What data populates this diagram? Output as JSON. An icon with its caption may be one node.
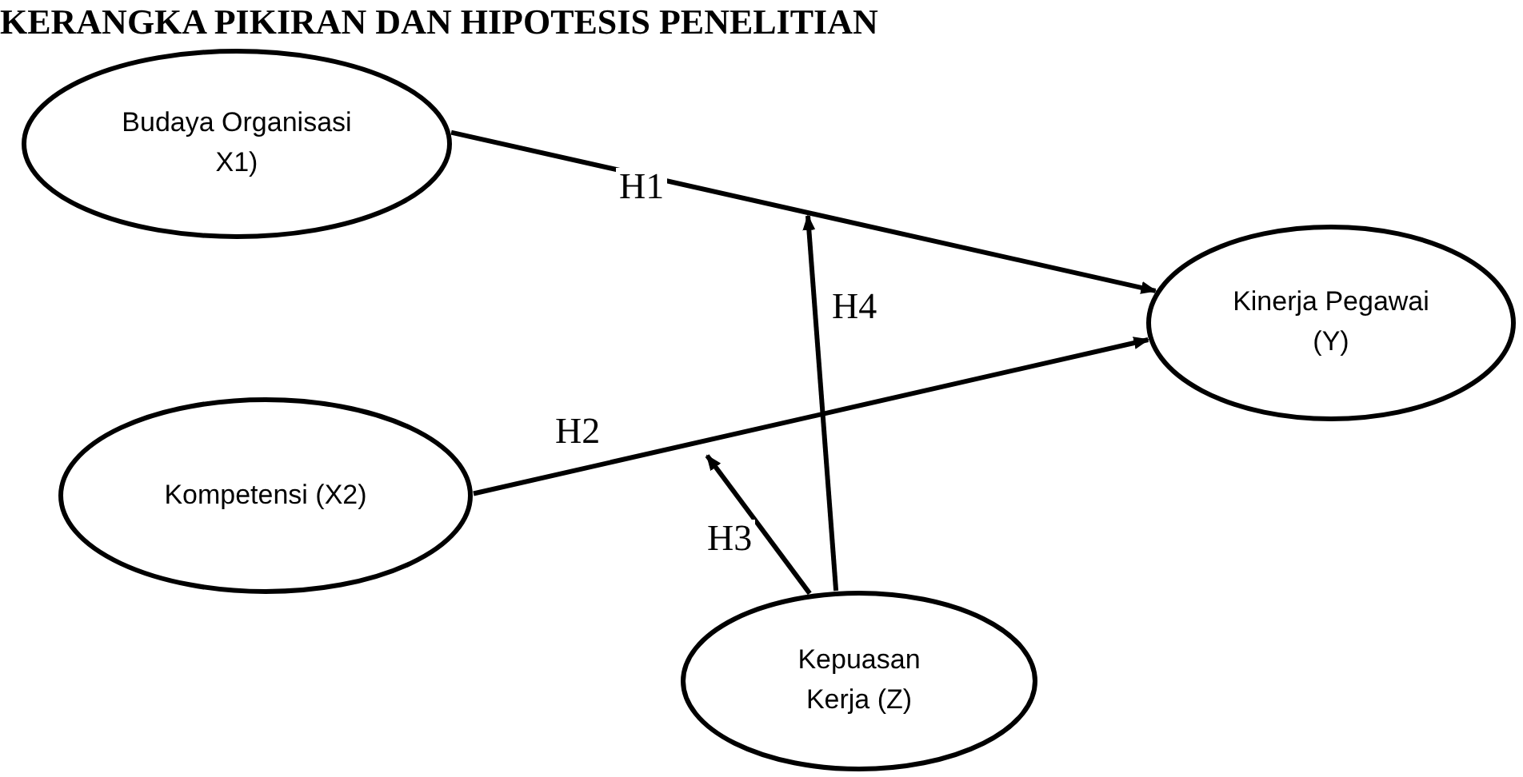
{
  "diagram": {
    "title": "KERANGKA PIKIRAN DAN HIPOTESIS PENELITIAN",
    "nodes": [
      {
        "text": [
          "Budaya Organisasi X1)"
        ]
      },
      {
        "text": [
          "Kinerja Pegawai (Y)"
        ]
      },
      {
        "text": [
          "Kompetensi (X2)"
        ]
      },
      {
        "text": [
          "Kepuasan Kerja (Z)"
        ]
      }
    ],
    "edges": [
      {
        "from": 0,
        "to": 1,
        "arrow": "to",
        "label": "H1"
      },
      {
        "from": 2,
        "to": 1,
        "arrow": "to",
        "label": "H2"
      },
      {
        "from": 3,
        "to": null,
        "arrow": "to",
        "label": "H3"
      },
      {
        "from": 3,
        "to": null,
        "arrow": "to",
        "label": "H4"
      }
    ]
  }
}
